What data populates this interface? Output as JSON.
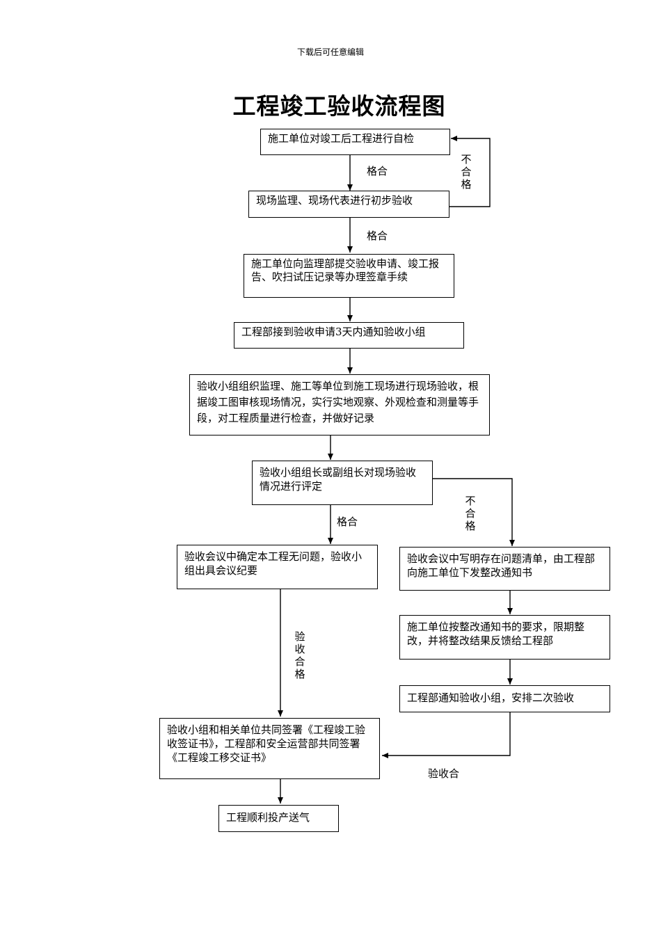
{
  "header": "下载后可任意编辑",
  "title": "工程竣工验收流程图",
  "boxes": {
    "b1": "施工单位对竣工后工程进行自检",
    "b2": "现场监理、现场代表进行初步验收",
    "b3": "施工单位向监理部提交验收申请、竣工报告、吹扫试压记录等办理签章手续",
    "b4": "工程部接到验收申请3天内通知验收小组",
    "b5": "验收小组组织监理、施工等单位到施工现场进行现场验收，根据竣工图审核现场情况，实行实地观察、外观检查和测量等手段，对工程质量进行检查，并做好记录",
    "b6": "验收小组组长或副组长对现场验收情况进行评定",
    "b7": "验收会议中确定本工程无问题，验收小组出具会议纪要",
    "b8": "验收会议中写明存在问题清单，由工程部向施工单位下发整改通知书",
    "b9": "施工单位按整改通知书的要求，限期整改，并将整改结果反馈给工程部",
    "b10": "工程部通知验收小组，安排二次验收",
    "b11": "验收小组和相关单位共同签署《工程竣工验收签证书》，工程部和安全运营部共同签署《工程竣工移交证书》",
    "b12": "工程顺利投产送气"
  },
  "edge_labels": {
    "pass1": "格合",
    "fail1": "不合格",
    "pass2": "格合",
    "pass3": "格合",
    "fail2": "不合格",
    "accept": "验收合格",
    "accept2": "验收合"
  }
}
